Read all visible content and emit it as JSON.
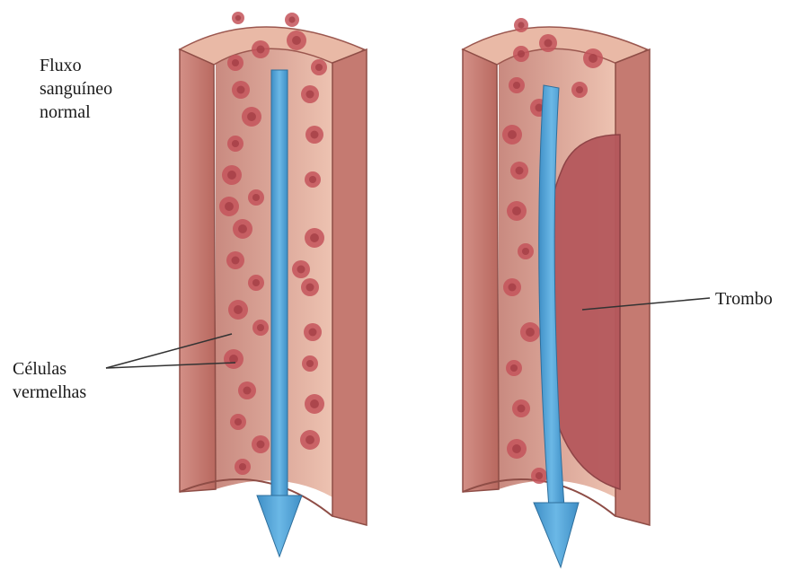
{
  "labels": {
    "normal_flow": "Fluxo\nsanguíneo\nnormal",
    "red_cells": "Células\nvermelhas",
    "thrombus": "Trombo"
  },
  "colors": {
    "vessel_wall": "#c97d74",
    "vessel_wall_dark": "#a9605a",
    "lumen": "#e8b7a6",
    "red_cell": "#c4545a",
    "thrombus": "#b85a5e",
    "flow_arrow": "#5aa6d8"
  },
  "icons": [
    "flow-arrow-icon",
    "red-blood-cell-icon"
  ]
}
